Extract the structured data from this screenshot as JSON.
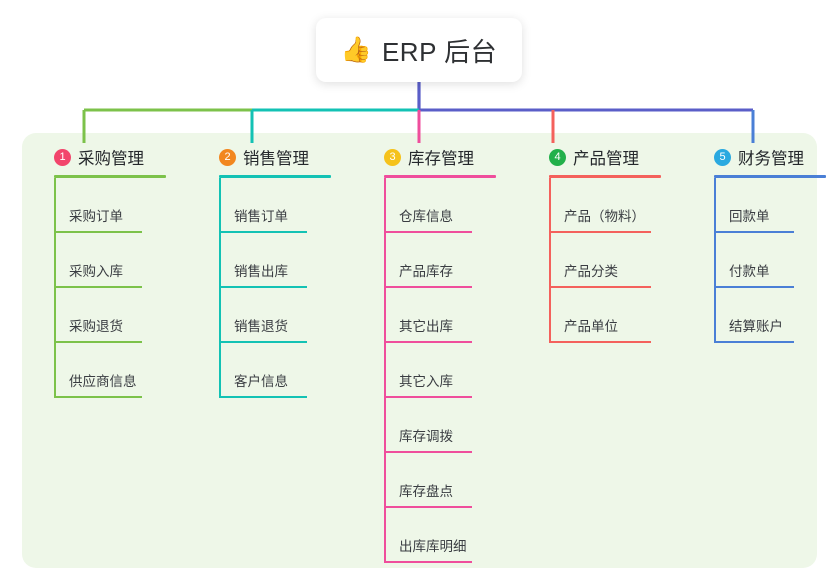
{
  "root": {
    "icon": "thumbs-up-emoji",
    "emoji": "👍",
    "title": "ERP 后台"
  },
  "colors": {
    "panel_bg": "#eef7e8",
    "root_stem": "#5a5ec8",
    "col1": "#7cc24a",
    "col2": "#13c2b4",
    "col3": "#ef4e9c",
    "col4": "#f4615c",
    "col5": "#4a7fd6",
    "badge1": "#f2456c",
    "badge2": "#f2871f",
    "badge3": "#f5c21b",
    "badge4": "#22b04a",
    "badge5": "#2aa9e0",
    "trunk_left": "#7cc24a",
    "trunk_mid": "#13c2b4",
    "trunk_right": "#5a5ec8"
  },
  "columns": [
    {
      "number": "1",
      "title": "采购管理",
      "line_color": "#7cc24a",
      "badge_color": "#f2456c",
      "drop_color": "#7cc24a",
      "items": [
        {
          "label": "采购订单"
        },
        {
          "label": "采购入库"
        },
        {
          "label": "采购退货"
        },
        {
          "label": "供应商信息"
        }
      ]
    },
    {
      "number": "2",
      "title": "销售管理",
      "line_color": "#13c2b4",
      "badge_color": "#f2871f",
      "drop_color": "#13c2b4",
      "items": [
        {
          "label": "销售订单"
        },
        {
          "label": "销售出库"
        },
        {
          "label": "销售退货"
        },
        {
          "label": "客户信息"
        }
      ]
    },
    {
      "number": "3",
      "title": "库存管理",
      "line_color": "#ef4e9c",
      "badge_color": "#f5c21b",
      "drop_color": "#ef4e9c",
      "items": [
        {
          "label": "仓库信息"
        },
        {
          "label": "产品库存"
        },
        {
          "label": "其它出库"
        },
        {
          "label": "其它入库"
        },
        {
          "label": "库存调拨"
        },
        {
          "label": "库存盘点"
        },
        {
          "label": "出库库明细"
        }
      ]
    },
    {
      "number": "4",
      "title": "产品管理",
      "line_color": "#f4615c",
      "badge_color": "#22b04a",
      "drop_color": "#f4615c",
      "items": [
        {
          "label": "产品（物料）"
        },
        {
          "label": "产品分类"
        },
        {
          "label": "产品单位"
        }
      ]
    },
    {
      "number": "5",
      "title": "财务管理",
      "line_color": "#4a7fd6",
      "badge_color": "#2aa9e0",
      "drop_color": "#4a7fd6",
      "items": [
        {
          "label": "回款单"
        },
        {
          "label": "付款单"
        },
        {
          "label": "结算账户"
        }
      ]
    }
  ]
}
